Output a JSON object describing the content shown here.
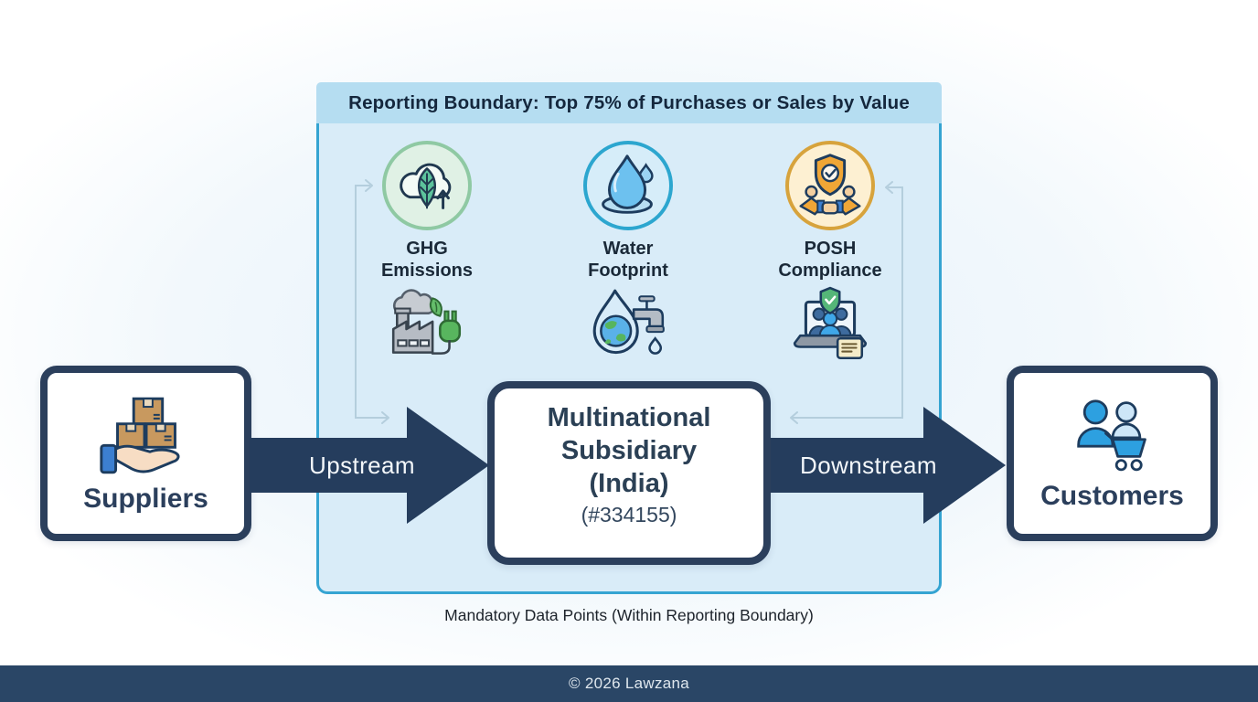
{
  "colors": {
    "navy": "#2b3f5c",
    "boundary_border_teal": "#35a4d2",
    "boundary_fill": "#d9ecf8",
    "band_fill": "#b5ddf1",
    "ghg_circle_border": "#8fc9a3",
    "water_circle_border": "#2ca6cf",
    "posh_circle_border": "#d7a33c",
    "footer_bg": "#2a4666"
  },
  "boundary": {
    "title": "Reporting Boundary: Top 75% of Purchases or Sales by Value",
    "caption": "Mandatory Data Points (Within Reporting Boundary)",
    "data_points": [
      {
        "line1": "GHG",
        "line2": "Emissions",
        "icon": "cloud-leaf-icon",
        "detail_icon": "factory-plug-icon"
      },
      {
        "line1": "Water",
        "line2": "Footprint",
        "icon": "water-drop-icon",
        "detail_icon": "earth-faucet-icon"
      },
      {
        "line1": "POSH",
        "line2": "Compliance",
        "icon": "shield-handshake-icon",
        "detail_icon": "laptop-people-document-icon"
      }
    ]
  },
  "nodes": {
    "suppliers": {
      "label": "Suppliers",
      "icon": "hand-boxes-icon"
    },
    "center": {
      "line1": "Multinational",
      "line2": "Subsidiary",
      "line3": "(India)",
      "code": "(#334155)"
    },
    "customers": {
      "label": "Customers",
      "icon": "people-cart-icon"
    }
  },
  "flows": {
    "upstream_label": "Upstream",
    "downstream_label": "Downstream"
  },
  "footer": {
    "copyright": "© 2026 Lawzana"
  }
}
